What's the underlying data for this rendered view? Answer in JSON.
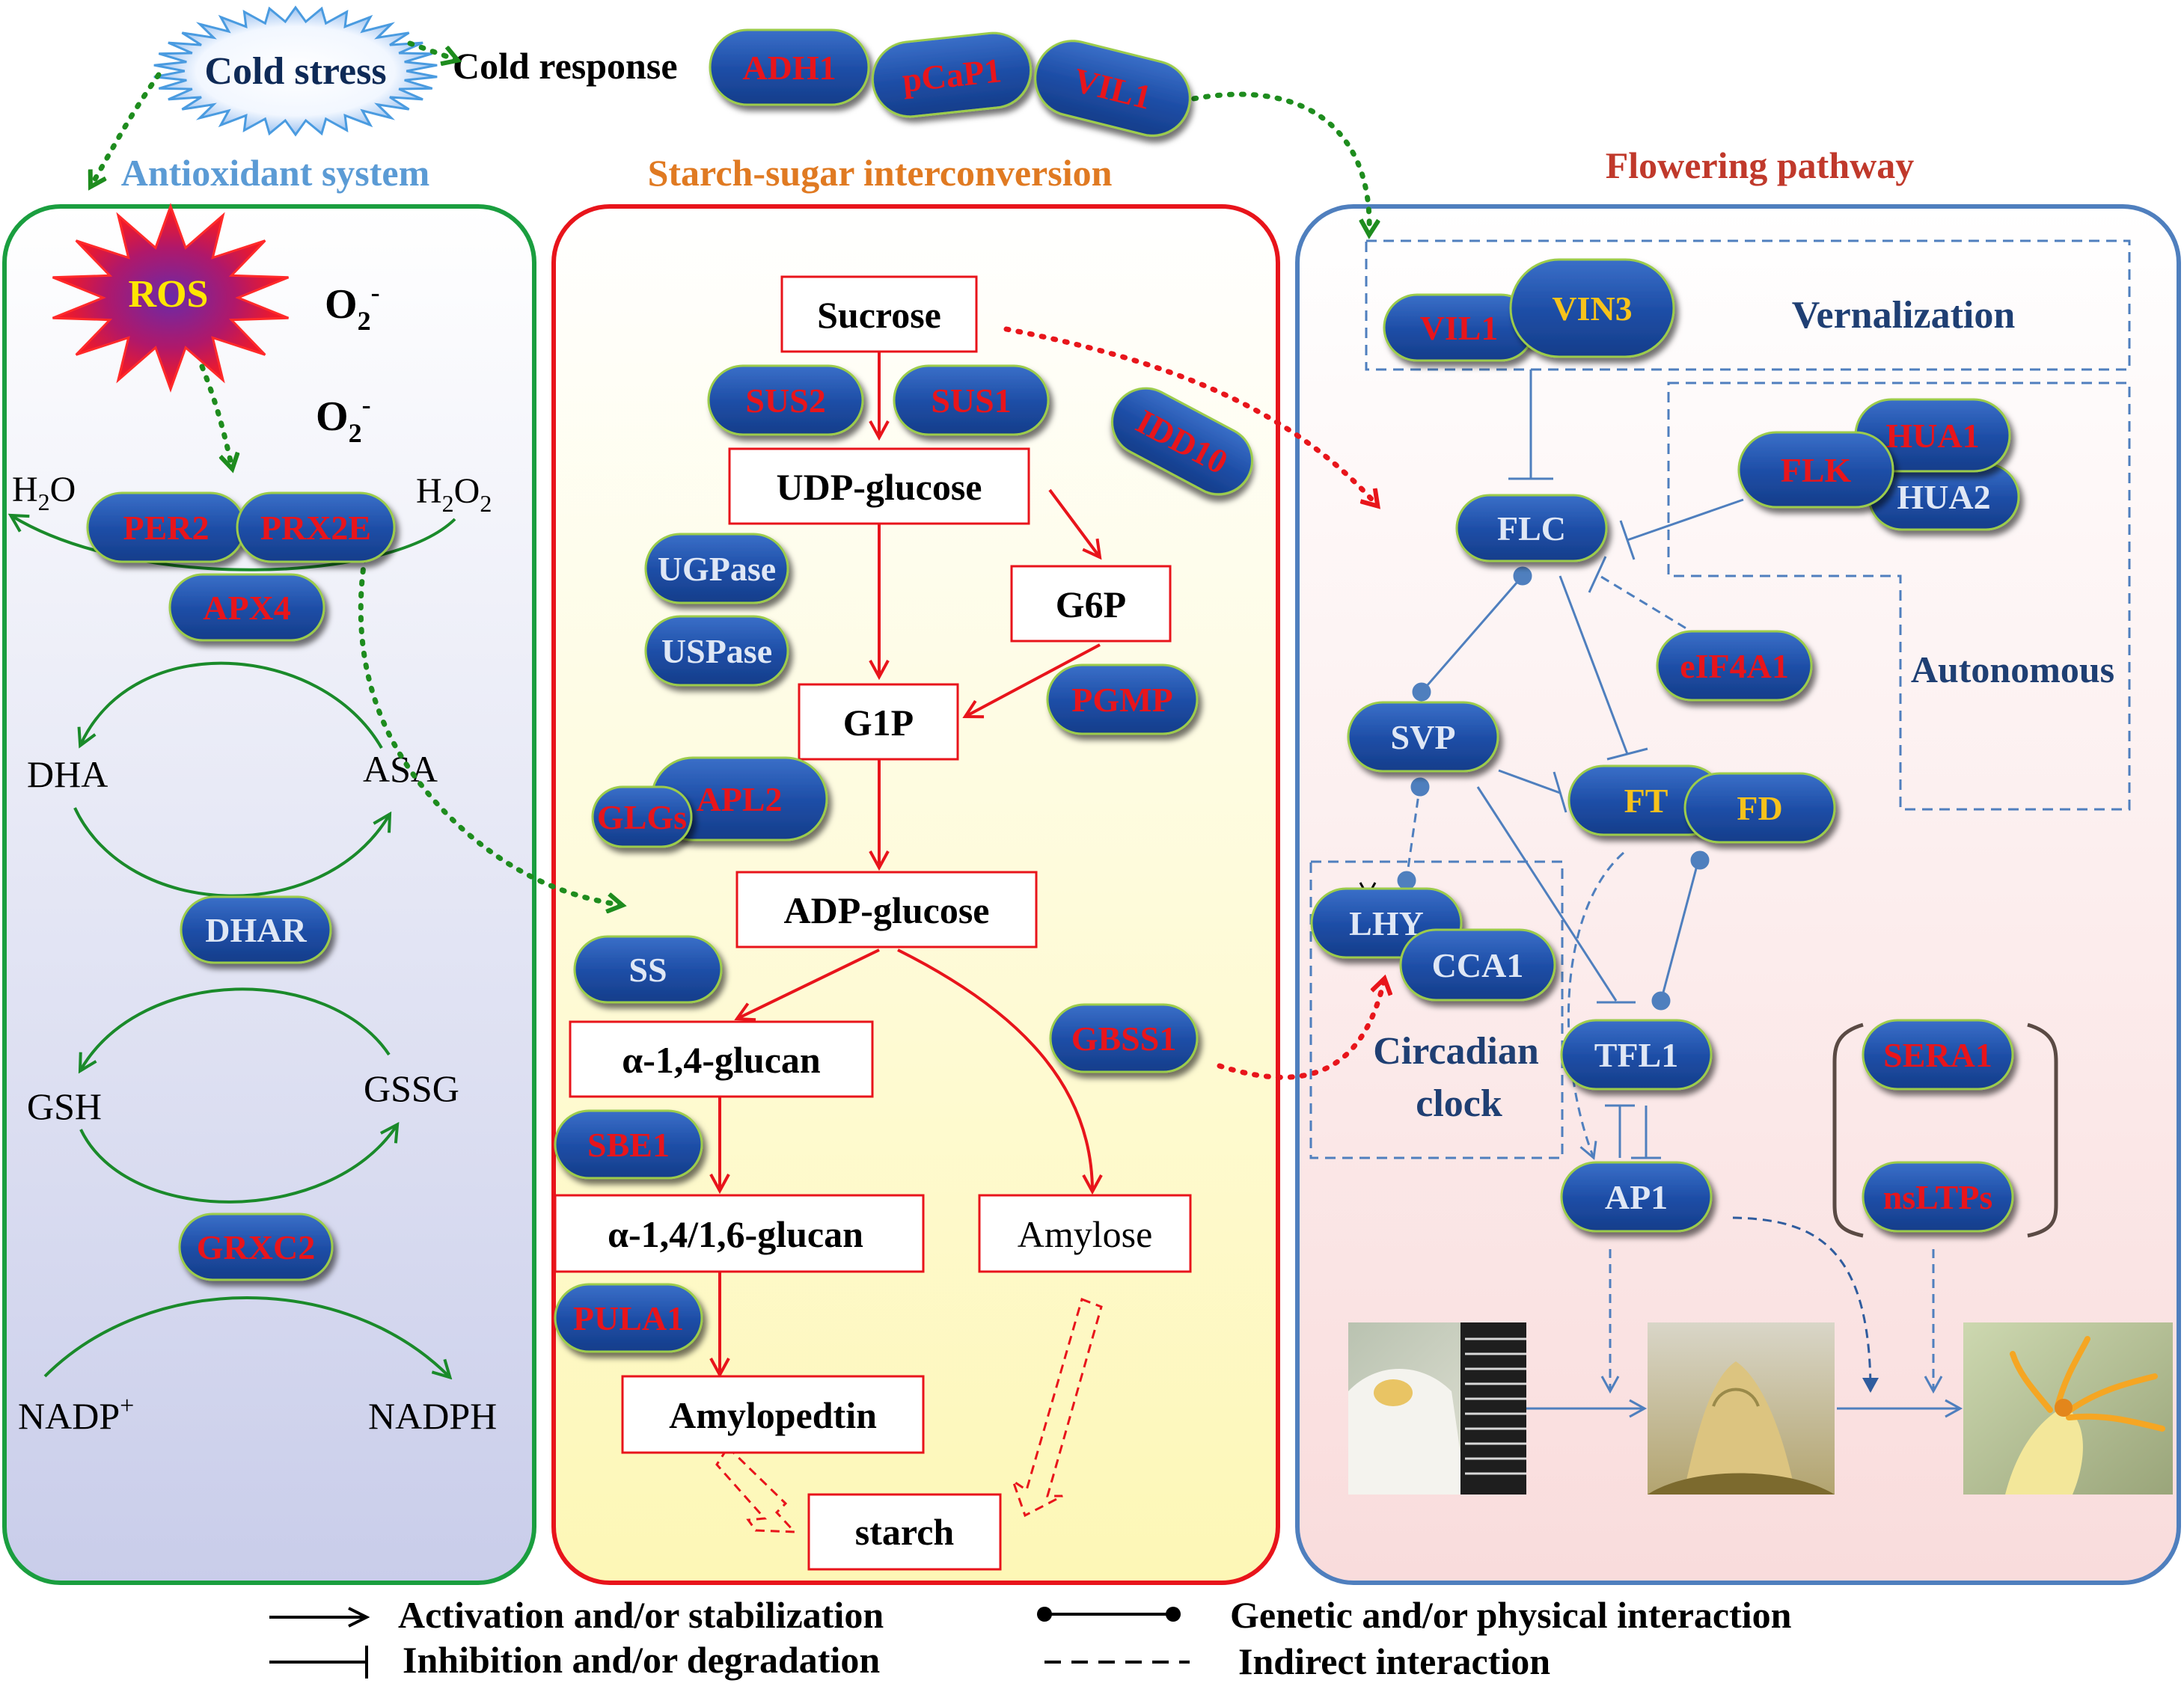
{
  "colors": {
    "pill_fill": "#1f4fa8",
    "pill_stroke": "#9ccc4c",
    "red_label": "#e8151b",
    "white_label": "#dfe7f5",
    "yellow_label": "#f7c21b",
    "antioxidant_border": "#1a9e3f",
    "starch_border": "#e8141b",
    "flowering_border": "#4f7fbe",
    "antioxidant_title": "#5b9bd5",
    "starch_title": "#e07a22",
    "flowering_title": "#c0392b",
    "dark_blue_text": "#1f3f73",
    "dotted_green": "#1e8c1e",
    "dotted_red": "#e8151b"
  },
  "top": {
    "cold_stress": "Cold stress",
    "cold_response": "Cold response",
    "genes": [
      "ADH1",
      "pCaP1",
      "VIL1"
    ]
  },
  "antioxidant": {
    "title": "Antioxidant system",
    "ros": "ROS",
    "superoxide": [
      "O2-",
      "O2-"
    ],
    "h2o": "H2O",
    "h2o2": "H2O2",
    "dha": "DHA",
    "asa": "ASA",
    "gsh": "GSH",
    "gssg": "GSSG",
    "nadp": "NADP+",
    "nadph": "NADPH",
    "genes": {
      "per2": "PER2",
      "prx2e": "PRX2E",
      "apx4": "APX4",
      "dhar": "DHAR",
      "grxc2": "GRXC2"
    }
  },
  "starch": {
    "title": "Starch-sugar interconversion",
    "boxes": {
      "sucrose": "Sucrose",
      "udp_glucose": "UDP-glucose",
      "g6p": "G6P",
      "g1p": "G1P",
      "adp_glucose": "ADP-glucose",
      "a14_glucan": "α-1,4-glucan",
      "a146_glucan": "α-1,4/1,6-glucan",
      "amylose": "Amylose",
      "amylopectin": "Amylopedtin",
      "starch": "starch"
    },
    "genes": {
      "sus2": "SUS2",
      "sus1": "SUS1",
      "idd10": "IDD10",
      "ugpase": "UGPase",
      "uspase": "USPase",
      "pgmp": "PGMP",
      "apl2": "APL2",
      "glgs": "GLGs",
      "ss": "SS",
      "gbss1": "GBSS1",
      "sbe1": "SBE1",
      "pula1": "PULA1"
    }
  },
  "flowering": {
    "title": "Flowering pathway",
    "vernalization": "Vernalization",
    "autonomous": "Autonomous",
    "circadian": [
      "Circadian",
      "clock"
    ],
    "genes": {
      "vil1": "VIL1",
      "vin3": "VIN3",
      "flc": "FLC",
      "flk": "FLK",
      "hua1": "HUA1",
      "hua2": "HUA2",
      "eif4a1": "eIF4A1",
      "svp": "SVP",
      "ft": "FT",
      "fd": "FD",
      "lhy": "LHY",
      "cca1": "CCA1",
      "tfl1": "TFL1",
      "ap1": "AP1",
      "sera1": "SERA1",
      "nsltps": "nsLTPs"
    }
  },
  "legend": {
    "activation": "Activation and/or stabilization",
    "inhibition": "Inhibition and/or degradation",
    "genetic": "Genetic and/or physical interaction",
    "indirect": "Indirect interaction"
  }
}
